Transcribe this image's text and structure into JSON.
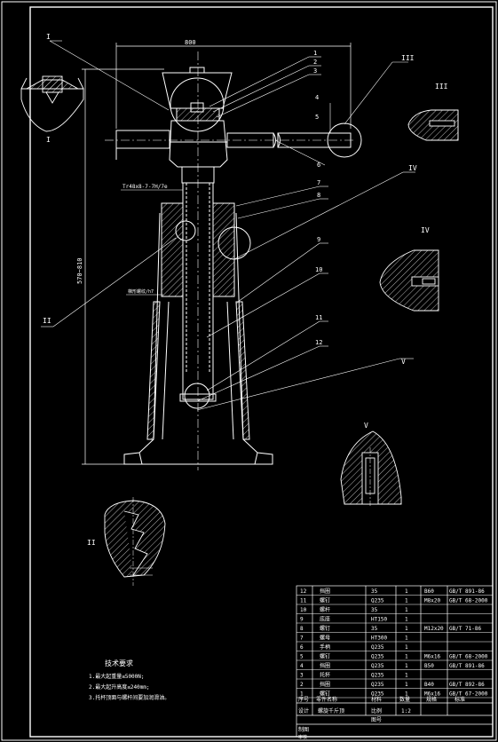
{
  "colors": {
    "background": "#000000",
    "line": "#ffffff",
    "dim": "#00d000",
    "hatch": "#ffffff"
  },
  "dimensions": {
    "width_label": "800",
    "height_label": "570~810",
    "thread_label": "Tr48x8-7-7H/7e",
    "thread2_label": "梯形螺纹/h7"
  },
  "balloons": [
    "1",
    "2",
    "3",
    "4",
    "5",
    "6",
    "7",
    "8",
    "9",
    "10",
    "11",
    "12"
  ],
  "section_marks": {
    "I": "I",
    "II": "II",
    "III": "III",
    "IV": "IV",
    "V": "V"
  },
  "notes": {
    "title": "技术要求",
    "lines": [
      "1.最大起重量≤5000N;",
      "2.最大起升高度≤240mm;",
      "3.托杯顶面与螺杆间要加润滑油。"
    ]
  },
  "bom": {
    "rows": [
      {
        "no": "12",
        "name": "挡圈",
        "material": "35",
        "qty": "1",
        "spec": "B60",
        "std": "GB/T 891-86"
      },
      {
        "no": "11",
        "name": "螺钉",
        "material": "Q235",
        "qty": "1",
        "spec": "M8x20",
        "std": "GB/T 68-2000"
      },
      {
        "no": "10",
        "name": "螺杆",
        "material": "35",
        "qty": "1",
        "spec": "",
        "std": ""
      },
      {
        "no": "9",
        "name": "底座",
        "material": "HT150",
        "qty": "1",
        "spec": "",
        "std": ""
      },
      {
        "no": "8",
        "name": "螺钉",
        "material": "35",
        "qty": "1",
        "spec": "M12x20",
        "std": "GB/T 71-86"
      },
      {
        "no": "7",
        "name": "螺母",
        "material": "HT300",
        "qty": "1",
        "spec": "",
        "std": ""
      },
      {
        "no": "6",
        "name": "手柄",
        "material": "Q235",
        "qty": "1",
        "spec": "",
        "std": ""
      },
      {
        "no": "5",
        "name": "螺钉",
        "material": "Q235",
        "qty": "1",
        "spec": "M6x16",
        "std": "GB/T 68-2000"
      },
      {
        "no": "4",
        "name": "挡圈",
        "material": "Q235",
        "qty": "1",
        "spec": "B50",
        "std": "GB/T 891-86"
      },
      {
        "no": "3",
        "name": "托杯",
        "material": "Q235",
        "qty": "1",
        "spec": "",
        "std": ""
      },
      {
        "no": "2",
        "name": "挡圈",
        "material": "Q235",
        "qty": "1",
        "spec": "B40",
        "std": "GB/T 892-86"
      },
      {
        "no": "1",
        "name": "螺钉",
        "material": "Q235",
        "qty": "1",
        "spec": "M6x16",
        "std": "GB/T 67-2000"
      }
    ],
    "header": {
      "no": "序号",
      "name": "零件名称",
      "material": "材料",
      "qty": "数量",
      "spec": "规格",
      "std": "标准"
    },
    "title_row": {
      "name": "螺旋千斤顶",
      "label_scale": "比例",
      "scale": "1:2",
      "label_sheet": "图号",
      "label_drawn": "制图",
      "label_checked": "审核",
      "label_design": "设计"
    }
  }
}
